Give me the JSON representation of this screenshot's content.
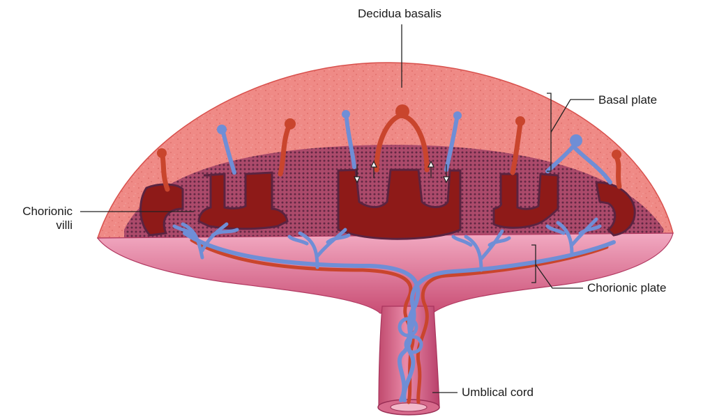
{
  "labels": {
    "decidua_basalis": "Decidua basalis",
    "basal_plate": "Basal plate",
    "chorionic_villi_line1": "Chorionic",
    "chorionic_villi_line2": "villi",
    "chorionic_plate": "Chorionic plate",
    "umbilical_cord": "Umblical cord"
  },
  "colors": {
    "decidua": "#ef8a86",
    "decidua_edge": "#d8504c",
    "tissue": "#d2587a",
    "tissue_light": "#efa3bd",
    "intervillous_space": "#8e1a18",
    "trophoblast_dots": "#5b2340",
    "artery": "#c9452d",
    "vein": "#6f8ed6",
    "leader_line": "#222222"
  }
}
